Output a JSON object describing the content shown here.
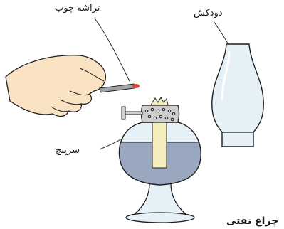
{
  "labels": {
    "splinter": "تراشه چوب",
    "chimney": "دودکش",
    "screw": "سرپیچ"
  },
  "caption": "چراغ نفتی",
  "colors": {
    "outline": "#1f1f1f",
    "glass": "#e6f0f7",
    "kerosene": "#9aa8bf",
    "metal": "#cfcfcf",
    "wick": "#f6edbf",
    "skin": "#f9e3c2",
    "flame_tip": "#d9452e",
    "match_stick": "#9ea3a6"
  }
}
